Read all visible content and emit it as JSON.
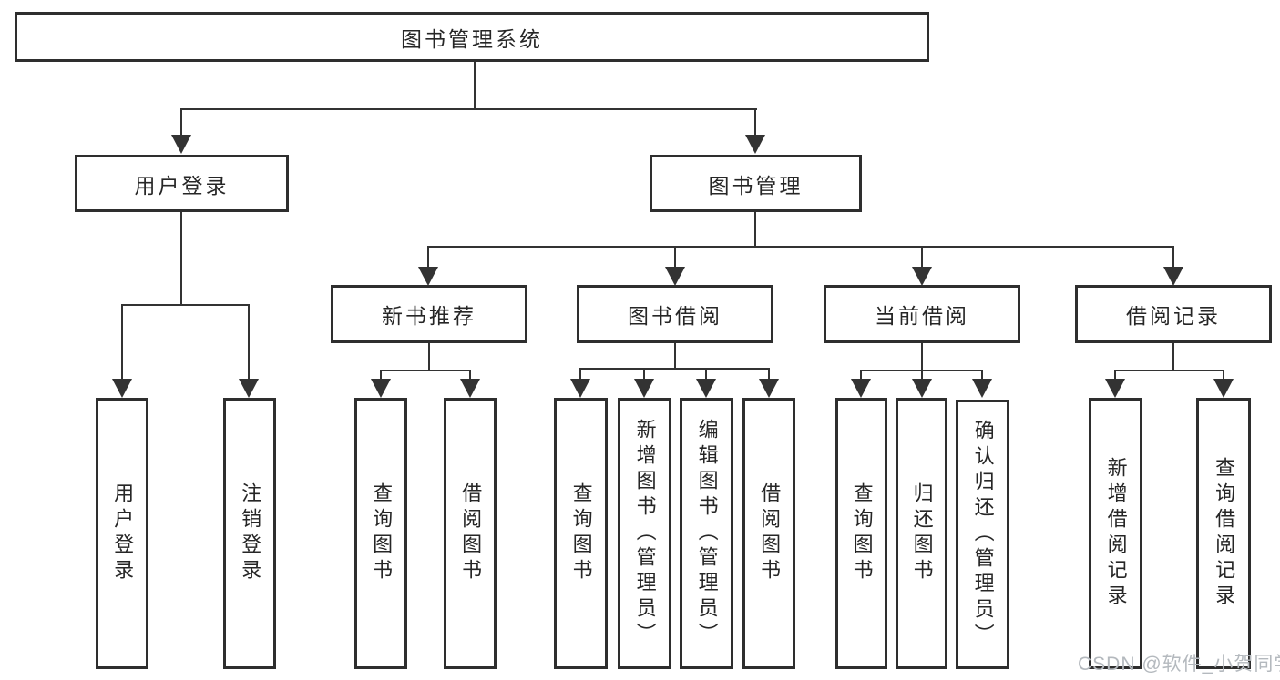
{
  "tree": {
    "root": {
      "label": "图书管理系统",
      "children": [
        {
          "label": "用户登录",
          "children": [
            {
              "label": "用户登录"
            },
            {
              "label": "注销登录"
            }
          ]
        },
        {
          "label": "图书管理",
          "children": [
            {
              "label": "新书推荐",
              "children": [
                {
                  "label": "查询图书"
                },
                {
                  "label": "借阅图书"
                }
              ]
            },
            {
              "label": "图书借阅",
              "children": [
                {
                  "label": "查询图书"
                },
                {
                  "label": "新增图书（管理员）"
                },
                {
                  "label": "编辑图书（管理员）"
                },
                {
                  "label": "借阅图书"
                }
              ]
            },
            {
              "label": "当前借阅",
              "children": [
                {
                  "label": "查询图书"
                },
                {
                  "label": "归还图书"
                },
                {
                  "label": "确认归还（管理员）"
                }
              ]
            },
            {
              "label": "借阅记录",
              "children": [
                {
                  "label": "新增借阅记录"
                },
                {
                  "label": "查询借阅记录"
                }
              ]
            }
          ]
        }
      ]
    }
  },
  "watermark": {
    "text": "CSDN @软件_小贺同学"
  },
  "colors": {
    "line": "#333333",
    "box_border": "#2e2e2e",
    "text": "#262626",
    "watermark": "#b4b9be",
    "background": "#ffffff"
  }
}
